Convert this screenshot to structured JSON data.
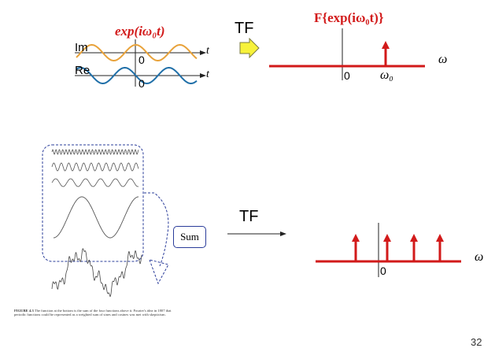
{
  "top": {
    "exp_label": "exp(iω₀t)",
    "im_label": "Im",
    "re_label": "Re",
    "t_label": "t",
    "zero_label": "0",
    "tf_label": "TF",
    "ft_label": "F{exp(iω₀t)}",
    "omega_label": "ω",
    "omega0_label": "ω₀"
  },
  "bottom": {
    "sum_label": "Sum",
    "tf_label": "TF",
    "omega_label": "ω",
    "zero_label": "0",
    "caption_bold": "FIGURE 4.3",
    "caption_text": " The function at the bottom is the sum of the four functions above it. Fourier's idea in 1807 that periodic functions could be represented as a weighted sum of sines and cosines was met with skepticism."
  },
  "page_number": "32",
  "colors": {
    "signal_im": "#e8a23a",
    "signal_re": "#1f6fa8",
    "accent_red": "#d21a1a",
    "arrow_fill": "#f7f23a",
    "dashed_box": "#2a3c9a"
  },
  "icons": [
    "right-arrow-icon"
  ]
}
